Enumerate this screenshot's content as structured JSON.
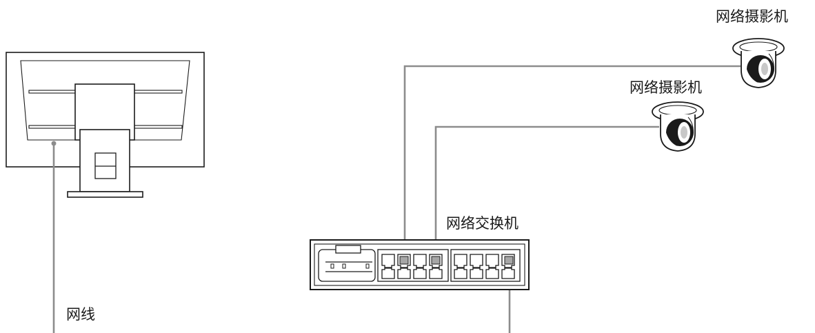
{
  "labels": {
    "camera_top": "网络摄影机",
    "camera_bottom": "网络摄影机",
    "switch": "网络交换机",
    "cable": "网线"
  },
  "colors": {
    "cable": "#8c8c8c",
    "outline": "#1a1a1a",
    "port_highlight": "#a6a6a6"
  }
}
